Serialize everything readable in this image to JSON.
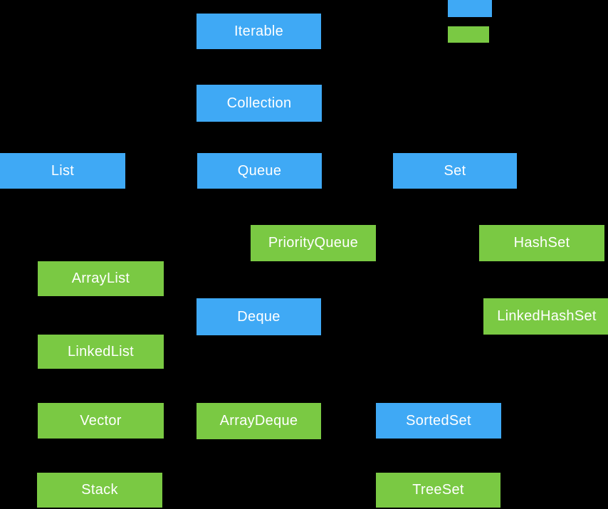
{
  "colors": {
    "interface": "#3FA9F5",
    "class": "#7AC943",
    "background": "#000000",
    "text": "#FFFFFF"
  },
  "legend": {
    "items": [
      {
        "name": "interface",
        "color": "#3FA9F5"
      },
      {
        "name": "class",
        "color": "#7AC943"
      }
    ]
  },
  "nodes": [
    {
      "label": "Iterable",
      "type": "interface"
    },
    {
      "label": "Collection",
      "type": "interface"
    },
    {
      "label": "List",
      "type": "interface"
    },
    {
      "label": "Queue",
      "type": "interface"
    },
    {
      "label": "Set",
      "type": "interface"
    },
    {
      "label": "PriorityQueue",
      "type": "class"
    },
    {
      "label": "HashSet",
      "type": "class"
    },
    {
      "label": "ArrayList",
      "type": "class"
    },
    {
      "label": "Deque",
      "type": "interface"
    },
    {
      "label": "LinkedHashSet",
      "type": "class"
    },
    {
      "label": "LinkedList",
      "type": "class"
    },
    {
      "label": "Vector",
      "type": "class"
    },
    {
      "label": "ArrayDeque",
      "type": "class"
    },
    {
      "label": "SortedSet",
      "type": "interface"
    },
    {
      "label": "Stack",
      "type": "class"
    },
    {
      "label": "TreeSet",
      "type": "class"
    }
  ]
}
